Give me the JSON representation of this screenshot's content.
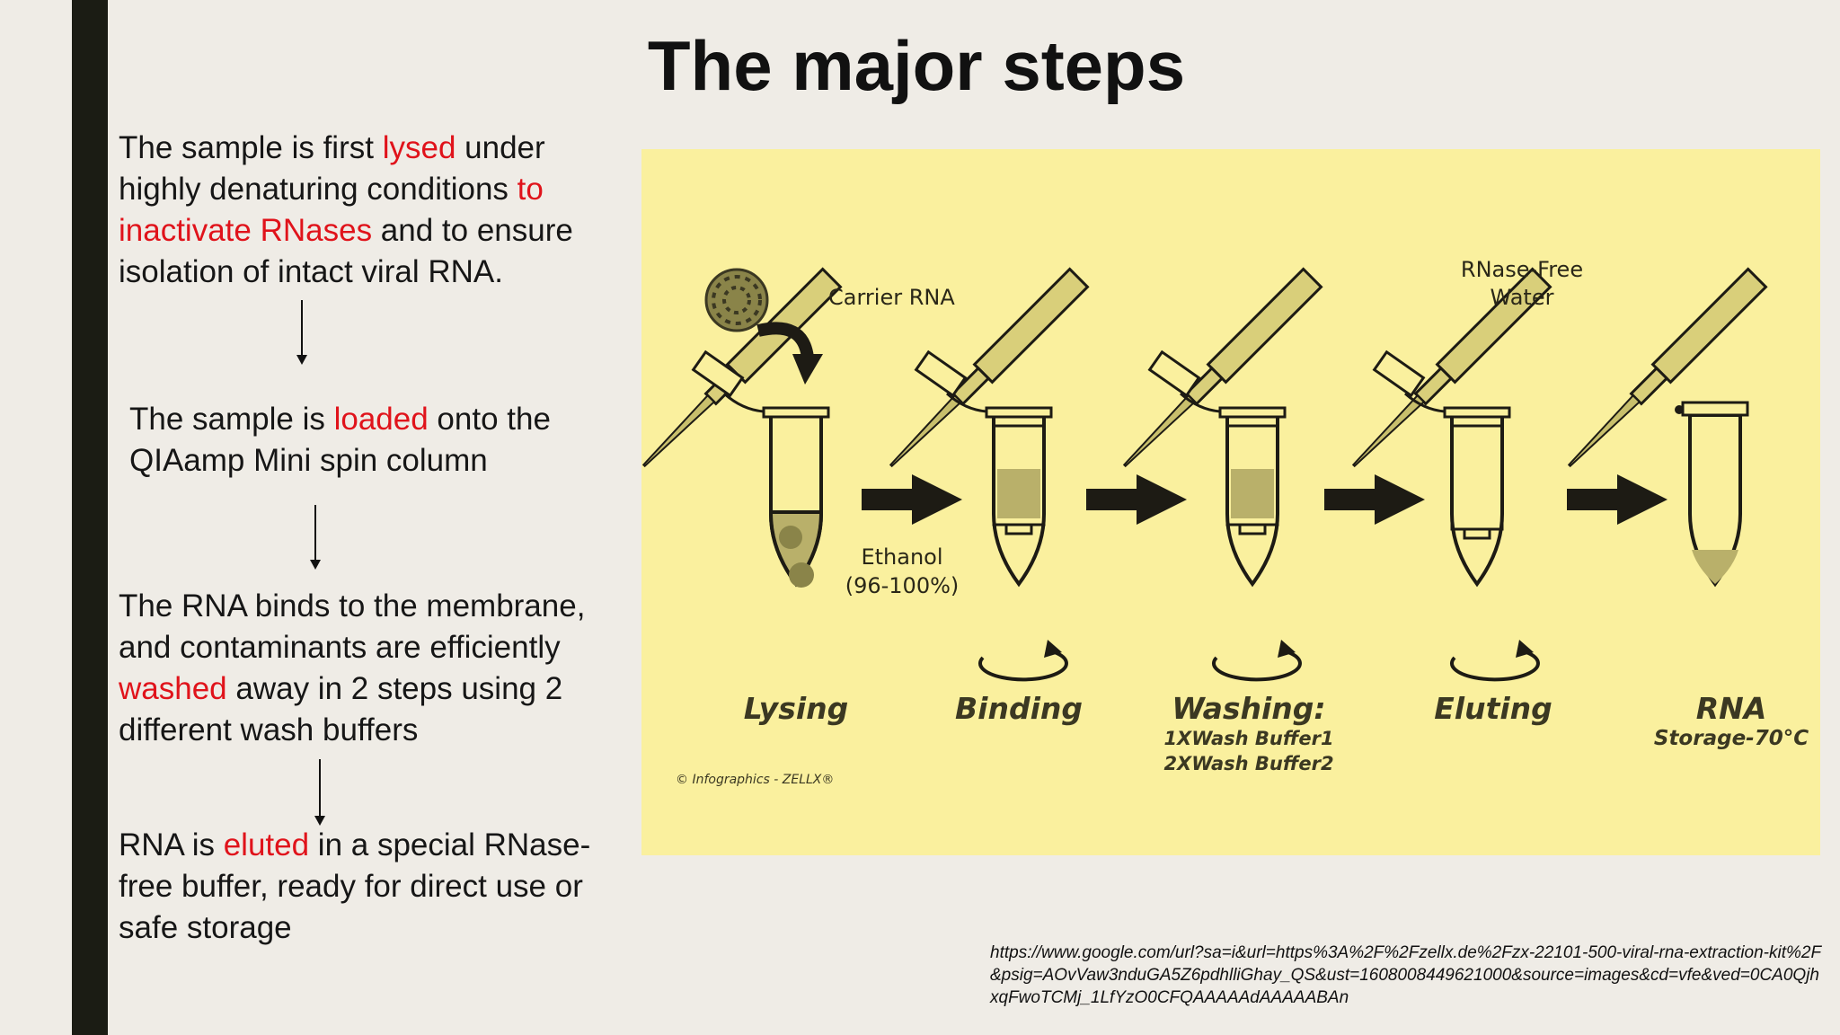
{
  "slide": {
    "title": "The major steps",
    "steps": [
      {
        "parts": [
          "The sample is first ",
          "lysed",
          " under highly denaturing conditions ",
          "to inactivate RNases",
          " and to ensure isolation of intact viral RNA."
        ]
      },
      {
        "parts": [
          "The sample is ",
          "loaded",
          " onto the QIAamp Mini spin column"
        ]
      },
      {
        "parts": [
          "The RNA binds to the membrane, and contaminants are efficiently ",
          "washed",
          " away in 2 steps using 2 different wash buffers"
        ]
      },
      {
        "parts": [
          "RNA is ",
          "eluted",
          " in a special RNase-free buffer, ready for direct use or safe storage"
        ]
      }
    ],
    "source_url": "https://www.google.com/url?sa=i&url=https%3A%2F%2Fzellx.de%2Fzx-22101-500-viral-rna-extraction-kit%2F&psig=AOvVaw3nduGA5Z6pdhlliGhay_QS&ust=1608008449621000&source=images&cd=vfe&ved=0CA0QjhxqFwoTCMj_1LfYzO0CFQAAAAAdAAAAABAn"
  },
  "figure": {
    "labels": {
      "carrier_rna": "Carrier RNA",
      "rnase_free_water_1": "RNase-Free",
      "rnase_free_water_2": "Water",
      "ethanol_1": "Ethanol",
      "ethanol_2": "(96-100%)",
      "lysing": "Lysing",
      "binding": "Binding",
      "washing": "Washing:",
      "wash_buffer_1": "1XWash Buffer1",
      "wash_buffer_2": "2XWash Buffer2",
      "eluting": "Eluting",
      "rna": "RNA",
      "storage": "Storage-70°C",
      "credit": "© Infographics - ZELLX®"
    },
    "colors": {
      "background": "#faf09e",
      "ink": "#1d1b14",
      "fill": "#b9b06a",
      "highlight": "#e0131b"
    }
  }
}
